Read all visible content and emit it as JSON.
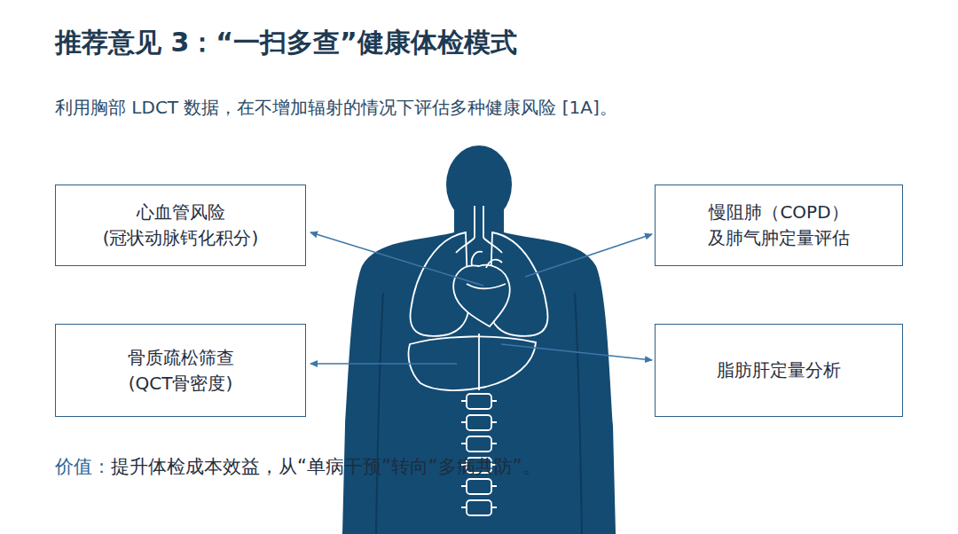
{
  "diagram": {
    "title": "推荐意见 3：“一扫多查”健康体检模式",
    "nodes": [
      {
        "text": [
          "心血管风险",
          "(冠状动脉钙化积分)"
        ]
      },
      {
        "text": [
          "慢阻肺（COPD）",
          "及肺气肿定量评估"
        ]
      },
      {
        "text": [
          "骨质疏松筛查",
          "(QCT骨密度)"
        ]
      },
      {
        "text": [
          "脂肪肝定量分析"
        ]
      }
    ],
    "labels": [
      "利用胸部 LDCT 数据，在不增加辐射的情况下评估多种健康风险 [1A]。",
      "价值：",
      "提升体检成本效益，从“单病干预”转向“多病共防”。"
    ]
  }
}
